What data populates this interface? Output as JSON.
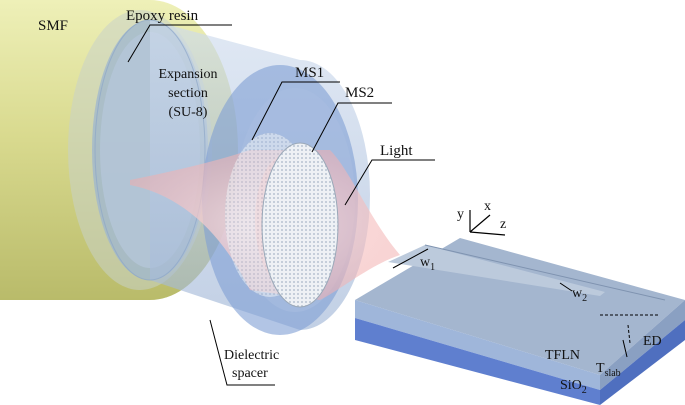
{
  "labels": {
    "smf": "SMF",
    "epoxy": "Epoxy resin",
    "expansion_line1": "Expansion",
    "expansion_line2": "section",
    "expansion_line3": "(SU-8)",
    "ms1": "MS1",
    "ms2": "MS2",
    "light": "Light",
    "dielectric_line1": "Dielectric",
    "dielectric_line2": "spacer",
    "w1_main": "w",
    "w1_sub": "1",
    "w2_main": "w",
    "w2_sub": "2",
    "ed": "ED",
    "tfln": "TFLN",
    "tslab_main": "T",
    "tslab_sub": "slab",
    "sio2_main": "SiO",
    "sio2_sub": "2"
  },
  "axes": {
    "x": "x",
    "y": "y",
    "z": "z"
  },
  "colors": {
    "fiber": "#d8d98a",
    "epoxy": "#9db6cf",
    "expansion": "#b9cce6",
    "spacer": "#7f9ed4",
    "metasurface": "#dfe6ef",
    "light": "#f2b3b3",
    "chip_top": "#a4b6cf",
    "chip_tfln": "#9fb6da",
    "chip_sio2": "#5f7fcf"
  }
}
